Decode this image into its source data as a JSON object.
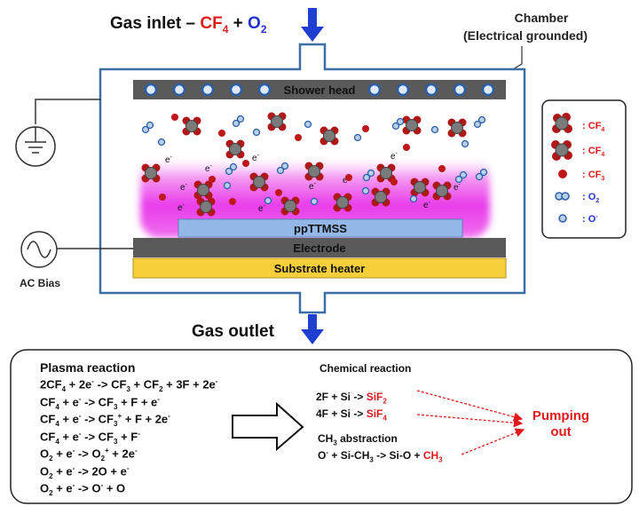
{
  "header": {
    "gas_inlet_prefix": "Gas inlet – ",
    "cf4_base": "CF",
    "cf4_sub": "4",
    "plus": " + ",
    "o2_base": "O",
    "o2_sub": "2"
  },
  "chamber": {
    "label_line1": "Chamber",
    "label_line2": "(Electrical grounded)"
  },
  "plates": {
    "shower_head": "Shower head",
    "film": "ppTTMSS",
    "electrode": "Electrode",
    "heater": "Substrate heater"
  },
  "electron": "e",
  "electron_sup": "-",
  "ac_bias": "AC Bias",
  "gas_outlet": "Gas outlet",
  "legend": {
    "items": [
      {
        "prefix": ": CF",
        "sub": "4",
        "sup": "",
        "color": "#e01b1b"
      },
      {
        "prefix": ": CF",
        "sub": "4",
        "sup": "",
        "color": "#e01b1b"
      },
      {
        "prefix": ": CF",
        "sub": "3",
        "sup": "",
        "color": "#e01b1b"
      },
      {
        "prefix": ": O",
        "sub": "2",
        "sup": "",
        "color": "#2233cc"
      },
      {
        "prefix": ": O",
        "sub": "",
        "sup": "-",
        "color": "#2233cc"
      }
    ]
  },
  "plasma": {
    "title": "Plasma reaction",
    "lines": [
      "2CF<sub>4</sub> + 2e<sup>-</sup> -&gt; CF<sub>3</sub> + CF<sub>2</sub> + 3F + 2e<sup>-</sup>",
      "CF<sub>4</sub> + e<sup>-</sup> -&gt; CF<sub>3</sub> + F + e<sup>-</sup>",
      "CF<sub>4</sub> + e<sup>-</sup> -&gt; CF<sub>3</sub><sup>+</sup> + F + 2e<sup>-</sup>",
      "CF<sub>4</sub> + e<sup>-</sup> -&gt; CF<sub>3</sub> + F<sup>-</sup>",
      "O<sub>2</sub> + e<sup>-</sup> -&gt; O<sub>2</sub><sup>+</sup> + 2e<sup>-</sup>",
      "O<sub>2</sub> + e<sup>-</sup> -&gt; 2O + e<sup>-</sup>",
      "O<sub>2</sub> + e<sup>-</sup> -&gt; O<sup>-</sup> + O"
    ]
  },
  "chemical": {
    "title": "Chemical reaction",
    "line1": "2F + Si -&gt; <span class=\"red\">SiF<sub>2</sub></span>",
    "line2": "4F + Si -&gt; <span class=\"red\">SiF<sub>4</sub></span>",
    "abstraction": "CH<sub>3</sub> abstraction",
    "line3": "O<sup>-</sup> + Si-CH<sub>3</sub> -&gt; Si-O + <span class=\"red\">CH<sub>3</sub></span>",
    "pumping_line1": "Pumping",
    "pumping_line2": "out"
  },
  "colors": {
    "arrow_blue": "#1f3fd1",
    "chamber_border": "#3a6ea5",
    "plate_dark": "#5a5a5a",
    "film_blue": "#93b7e6",
    "heater_yellow": "#f6cf3a",
    "plasma_magenta": "#e83bea",
    "text_red": "#e01b1b",
    "text_blue": "#2233cc"
  }
}
